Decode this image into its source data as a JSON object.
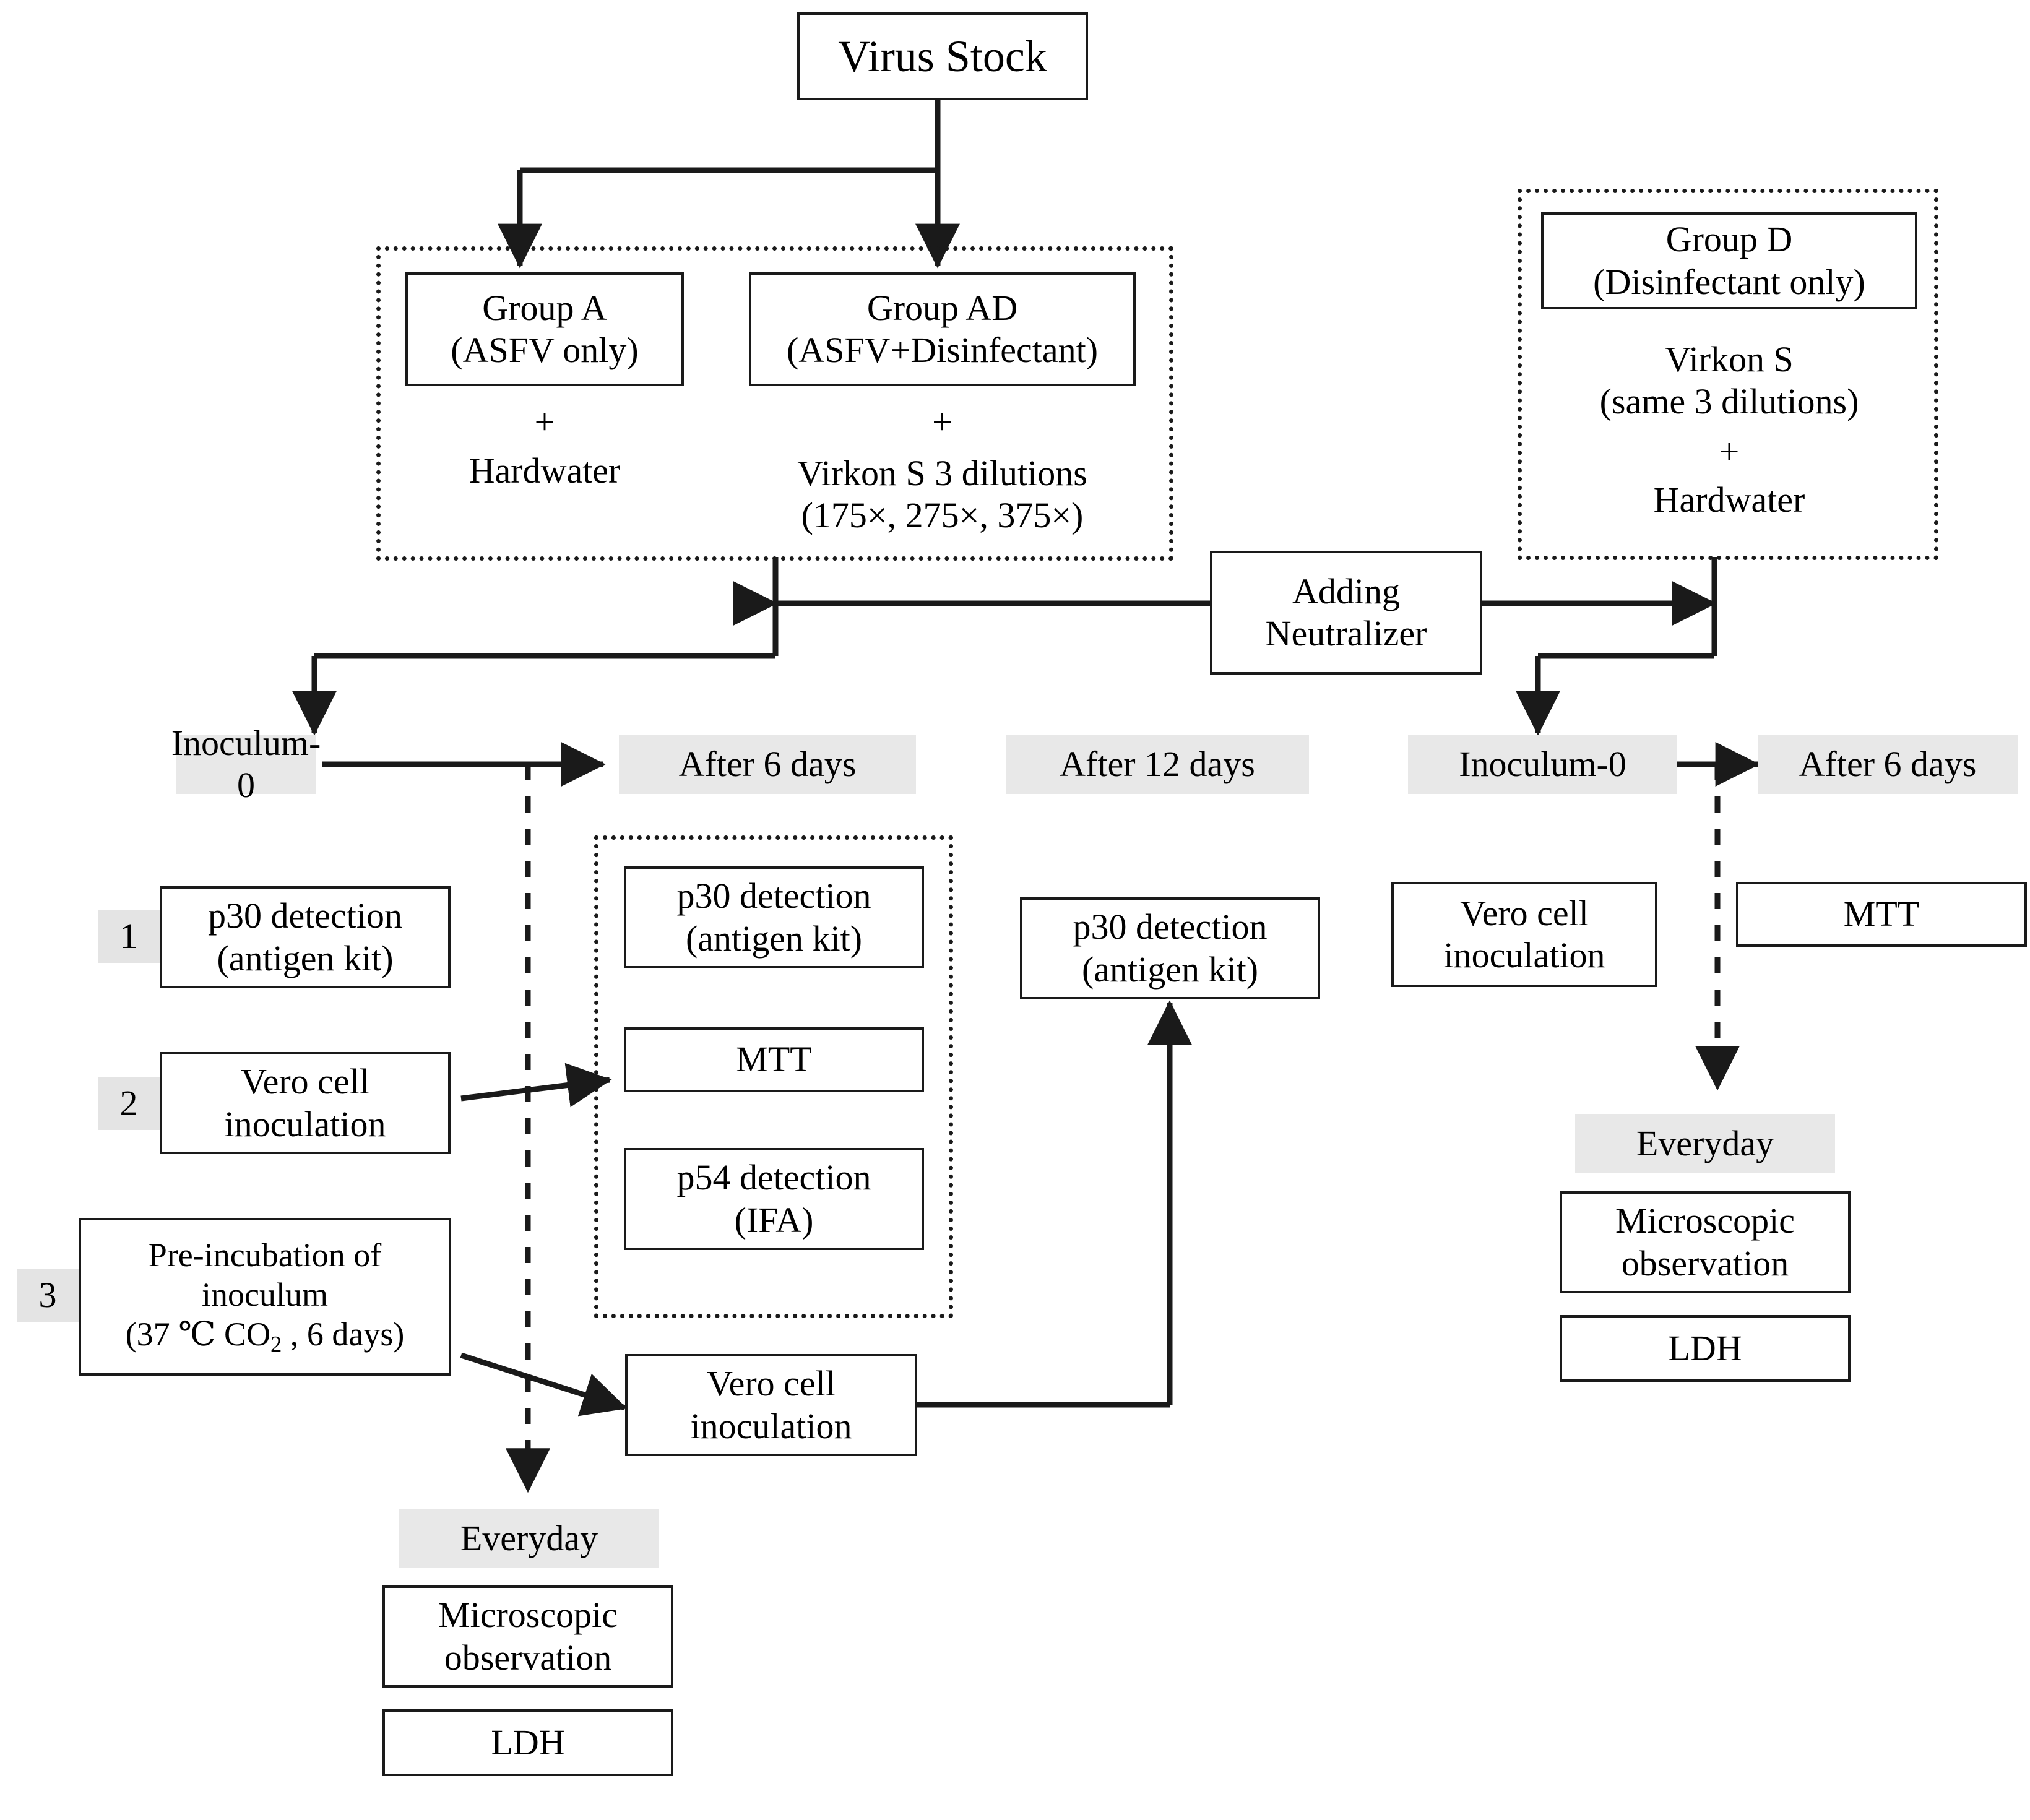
{
  "diagram": {
    "title": "ASFV disinfectant evaluation experimental flowchart",
    "colors": {
      "line": "#1a1a1a",
      "gray_fill": "#e8e8e8",
      "badge_fill": "#e4e4e4",
      "background": "#ffffff"
    }
  },
  "nodes": {
    "virus_stock": "Virus Stock",
    "group_a_title": "Group A",
    "group_a_sub": "(ASFV only)",
    "group_a_plus": "+",
    "group_a_agent": "Hardwater",
    "group_ad_title": "Group AD",
    "group_ad_sub": "(ASFV+Disinfectant)",
    "group_ad_plus": "+",
    "group_ad_agent_line1": "Virkon S 3 dilutions",
    "group_ad_agent_line2": "(175×, 275×, 375×)",
    "group_d_title": "Group D",
    "group_d_sub": "(Disinfectant only)",
    "group_d_agent_line1": "Virkon S",
    "group_d_agent_line2": "(same 3 dilutions)",
    "group_d_plus": "+",
    "group_d_agent_line3": "Hardwater",
    "neutralizer_line1": "Adding",
    "neutralizer_line2": "Neutralizer",
    "inoculum0_left": "Inoculum-0",
    "after6_left": "After 6 days",
    "after12": "After 12 days",
    "inoculum0_right": "Inoculum-0",
    "after6_right": "After 6 days",
    "badge1": "1",
    "badge2": "2",
    "badge3": "3",
    "left_p30_line1": "p30 detection",
    "left_p30_line2": "(antigen kit)",
    "left_vero_line1": "Vero cell",
    "left_vero_line2": "inoculation",
    "preinc_line1": "Pre-incubation of",
    "preinc_line2": "inoculum",
    "preinc_line3a": "(37 ℃ CO",
    "preinc_line3sub": "2",
    "preinc_line3b": " , 6 days)",
    "d6_p30_line1": "p30 detection",
    "d6_p30_line2": "(antigen kit)",
    "d6_mtt": "MTT",
    "d6_p54_line1": "p54 detection",
    "d6_p54_line2": "(IFA)",
    "mid_vero_line1": "Vero cell",
    "mid_vero_line2": "inoculation",
    "d12_p30_line1": "p30 detection",
    "d12_p30_line2": "(antigen kit)",
    "everyday_left": "Everyday",
    "micro_left_line1": "Microscopic",
    "micro_left_line2": "observation",
    "ldh_left": "LDH",
    "right_vero_line1": "Vero cell",
    "right_vero_line2": "inoculation",
    "right_mtt": "MTT",
    "everyday_right": "Everyday",
    "micro_right_line1": "Microscopic",
    "micro_right_line2": "observation",
    "ldh_right": "LDH"
  }
}
